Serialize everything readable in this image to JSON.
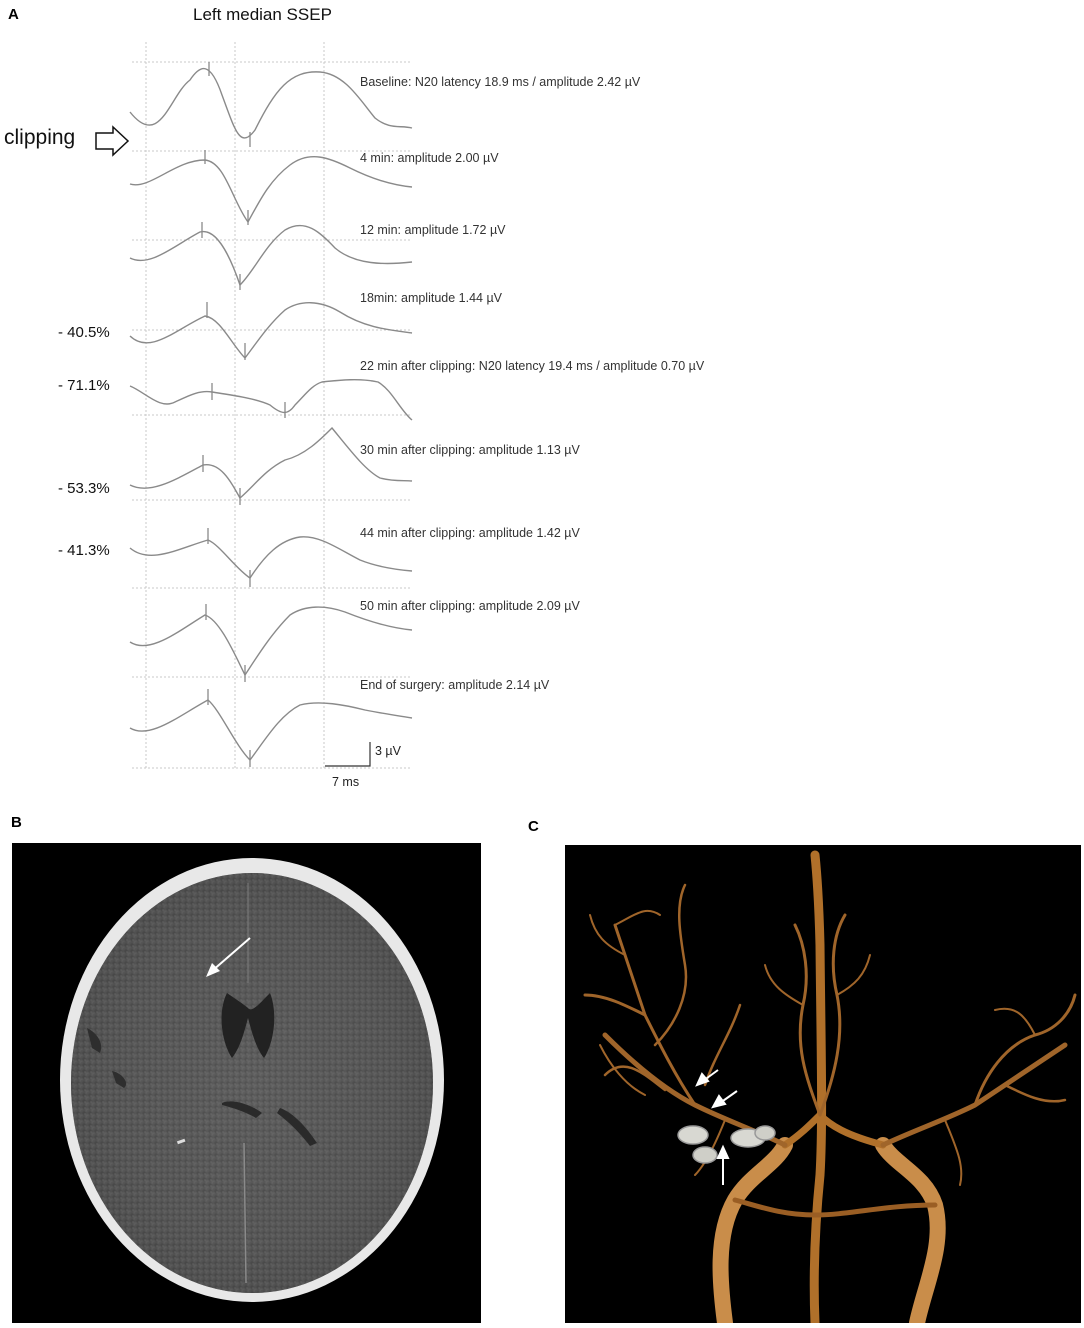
{
  "panel_a": {
    "letter": "A",
    "title": "Left median SSEP",
    "clipping_label": "clipping",
    "traces": [
      {
        "label": "Baseline: N20 latency 18.9 ms / amplitude 2.42 µV",
        "percent": ""
      },
      {
        "label": "4 min: amplitude 2.00 µV",
        "percent": ""
      },
      {
        "label": "12 min: amplitude 1.72 µV",
        "percent": ""
      },
      {
        "label": "18min: amplitude 1.44 µV",
        "percent": "- 40.5%"
      },
      {
        "label": "22 min after clipping: N20 latency 19.4 ms / amplitude 0.70 µV",
        "percent": "- 71.1%"
      },
      {
        "label": "30 min after clipping: amplitude 1.13 µV",
        "percent": "- 53.3%"
      },
      {
        "label": "44 min after clipping: amplitude 1.42 µV",
        "percent": "- 41.3%"
      },
      {
        "label": "50 min after clipping: amplitude 2.09 µV",
        "percent": ""
      },
      {
        "label": "End of surgery: amplitude 2.14 µV",
        "percent": ""
      }
    ],
    "scale_bar": {
      "voltage": "3 µV",
      "time": "7 ms"
    }
  },
  "panel_b": {
    "letter": "B",
    "description_icon": "axial-ct-brain-image",
    "arrow_icon": "white-arrow-icon"
  },
  "panel_c": {
    "letter": "C",
    "description_icon": "3d-ct-angiography-image",
    "arrow_icon": "white-arrow-icon"
  },
  "colors": {
    "trace": "#8a8a8a",
    "grid": "#c8c8c8",
    "vessel": "#b0702a",
    "background_dark": "#000000"
  }
}
